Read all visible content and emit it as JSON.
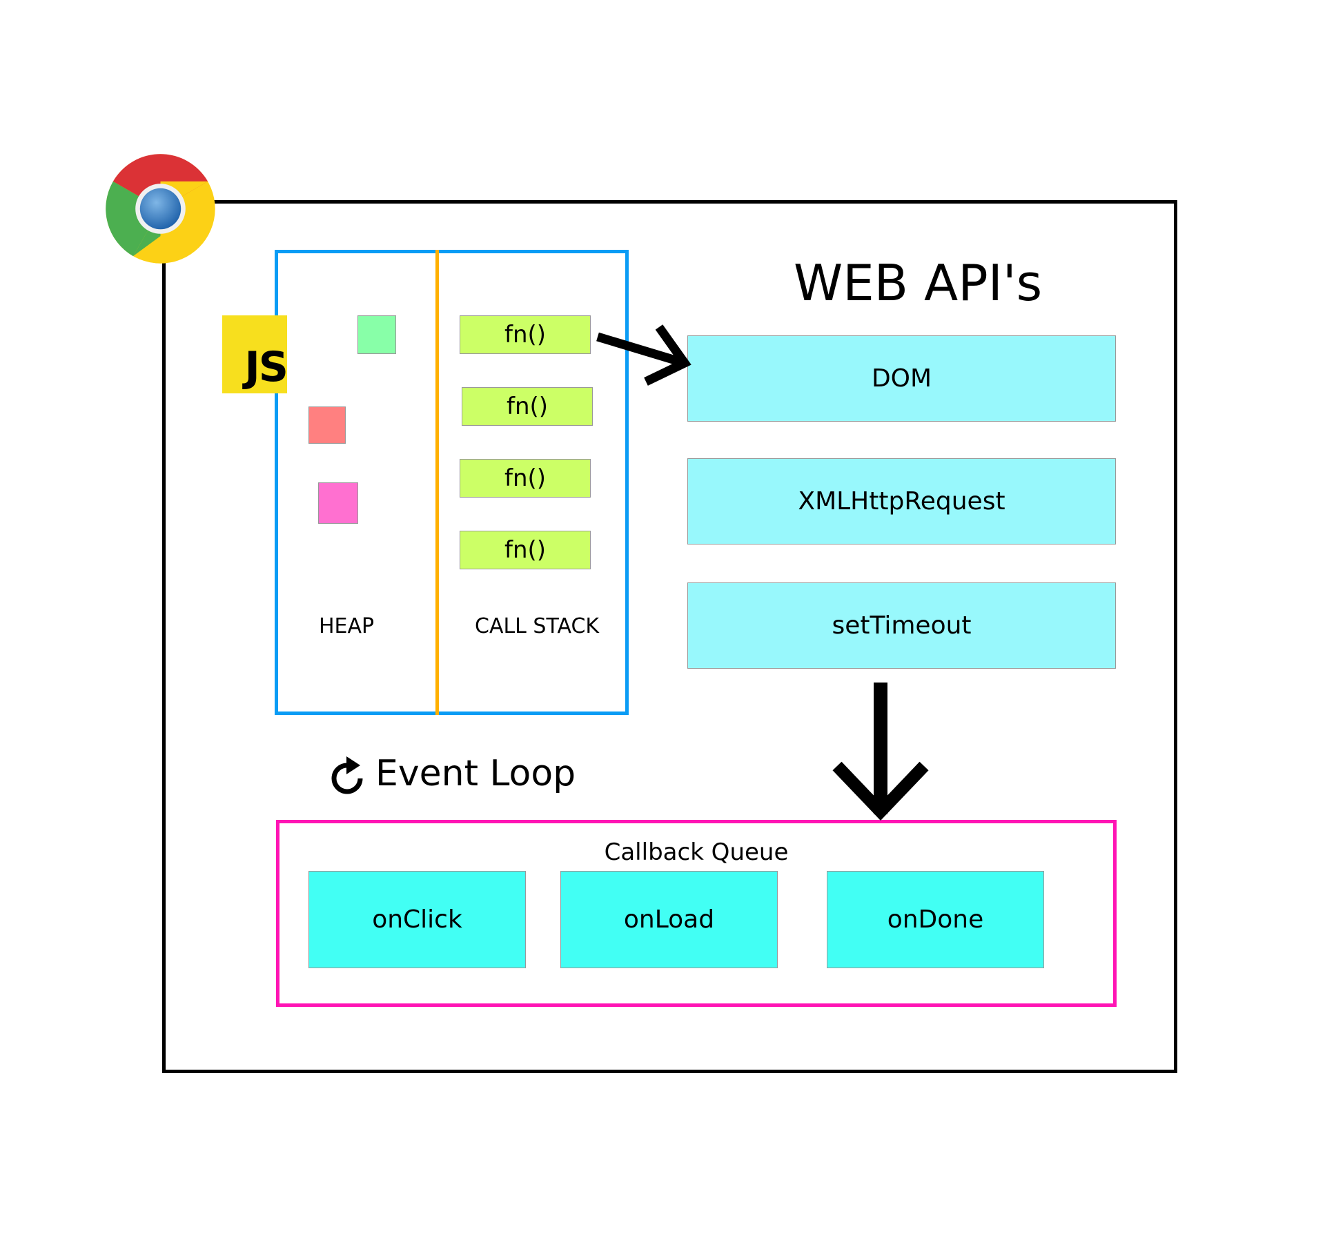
{
  "browser": {
    "logo": "chrome-logo-icon"
  },
  "engine": {
    "logo_text": "JS",
    "heap_label": "HEAP",
    "call_stack_label": "CALL STACK",
    "heap_objects": [
      {
        "color": "#88ffa8"
      },
      {
        "color": "#ff8080"
      },
      {
        "color": "#ff70d0"
      }
    ],
    "call_stack": [
      "fn()",
      "fn()",
      "fn()",
      "fn()"
    ]
  },
  "web_apis": {
    "title": "WEB API's",
    "items": [
      "DOM",
      "XMLHttpRequest",
      "setTimeout"
    ]
  },
  "event_loop": {
    "icon": "refresh-icon",
    "label": "Event Loop"
  },
  "callback_queue": {
    "title": "Callback Queue",
    "items": [
      "onClick",
      "onLoad",
      "onDone"
    ]
  },
  "colors": {
    "engine_border": "#0a9cf5",
    "divider": "#ffb000",
    "queue_border": "#ff14b4",
    "fn_box": "#ccff66",
    "api_box": "#98f8fc",
    "callback_box": "#42fff4"
  }
}
